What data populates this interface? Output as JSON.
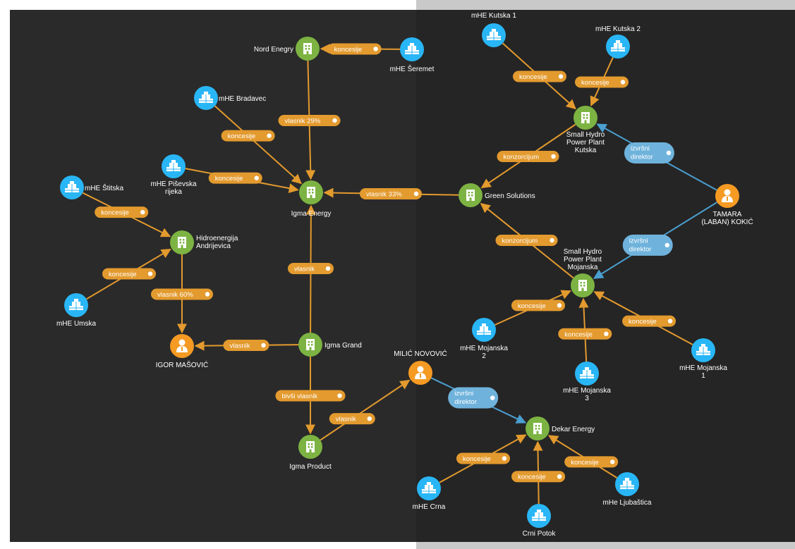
{
  "colors": {
    "company": "#7cb342",
    "plant": "#29b6f6",
    "person": "#f59a23",
    "ownership_edge": "#e39a2e",
    "director_edge": "#4a9fd0",
    "director_pill": "#6fb3dc"
  },
  "nodes": [
    {
      "id": "nord",
      "type": "company",
      "label": [
        "Nord Enegry"
      ]
    },
    {
      "id": "seremet",
      "type": "plant",
      "label": [
        "mHE Šeremet"
      ]
    },
    {
      "id": "bradavec",
      "type": "plant",
      "label": [
        "mHE Bradavec"
      ]
    },
    {
      "id": "pisevska",
      "type": "plant",
      "label": [
        "mHE Piševska",
        "rijeka"
      ]
    },
    {
      "id": "stitska",
      "type": "plant",
      "label": [
        "mHE Štitska"
      ]
    },
    {
      "id": "hidro",
      "type": "company",
      "label": [
        "Hidroenergija",
        "Andrijevica"
      ]
    },
    {
      "id": "umska",
      "type": "plant",
      "label": [
        "mHE Umska"
      ]
    },
    {
      "id": "igma_energy",
      "type": "company",
      "label": [
        "Igma Energy"
      ]
    },
    {
      "id": "igma_grand",
      "type": "company",
      "label": [
        "Igma Grand"
      ]
    },
    {
      "id": "igor",
      "type": "person",
      "label": [
        "IGOR MAŠOVIĆ"
      ]
    },
    {
      "id": "igma_product",
      "type": "company",
      "label": [
        "Igma Product"
      ]
    },
    {
      "id": "milic",
      "type": "person",
      "label": [
        "MILIĆ NOVOVIĆ"
      ]
    },
    {
      "id": "green",
      "type": "company",
      "label": [
        "Green Solutions"
      ]
    },
    {
      "id": "kutska1",
      "type": "plant",
      "label": [
        "mHE Kutska 1"
      ]
    },
    {
      "id": "kutska2",
      "type": "plant",
      "label": [
        "mHE Kutska 2"
      ]
    },
    {
      "id": "shpp_kutska",
      "type": "company",
      "label": [
        "Small Hydro",
        "Power Plant",
        "Kutska"
      ]
    },
    {
      "id": "tamara",
      "type": "person",
      "label": [
        "TAMARA",
        "(LABAN) KOKIĆ"
      ]
    },
    {
      "id": "shpp_mojanska",
      "type": "company",
      "label": [
        "Small Hydro",
        "Power Plant",
        "Mojanska"
      ]
    },
    {
      "id": "mojanska2",
      "type": "plant",
      "label": [
        "mHE Mojanska",
        "2"
      ]
    },
    {
      "id": "mojanska3",
      "type": "plant",
      "label": [
        "mHE Mojanska",
        "3"
      ]
    },
    {
      "id": "mojanska1",
      "type": "plant",
      "label": [
        "mHE Mojanska",
        "1"
      ]
    },
    {
      "id": "dekar",
      "type": "company",
      "label": [
        "Dekar Energy"
      ]
    },
    {
      "id": "crna",
      "type": "plant",
      "label": [
        "mHE Crna"
      ]
    },
    {
      "id": "crni_potok",
      "type": "plant",
      "label": [
        "Crni Potok"
      ]
    },
    {
      "id": "ljubastica",
      "type": "plant",
      "label": [
        "mHe Ljubaštica"
      ]
    }
  ],
  "edges": [
    {
      "from": "seremet",
      "to": "nord",
      "label": [
        "koncesije"
      ],
      "kind": "own"
    },
    {
      "from": "nord",
      "to": "igma_energy",
      "label": [
        "vlasnik 29%"
      ],
      "kind": "own"
    },
    {
      "from": "bradavec",
      "to": "igma_energy",
      "label": [
        "koncesije"
      ],
      "kind": "own"
    },
    {
      "from": "pisevska",
      "to": "igma_energy",
      "label": [
        "koncesije"
      ],
      "kind": "own"
    },
    {
      "from": "green",
      "to": "igma_energy",
      "label": [
        "vlasnik 33%"
      ],
      "kind": "own"
    },
    {
      "from": "igma_grand",
      "to": "igma_energy",
      "label": [
        "vlasnik"
      ],
      "kind": "own"
    },
    {
      "from": "stitska",
      "to": "hidro",
      "label": [
        "koncesije"
      ],
      "kind": "own"
    },
    {
      "from": "umska",
      "to": "hidro",
      "label": [
        "koncesije"
      ],
      "kind": "own"
    },
    {
      "from": "hidro",
      "to": "igor",
      "label": [
        "vlasnik 60%"
      ],
      "kind": "own"
    },
    {
      "from": "igma_grand",
      "to": "igor",
      "label": [
        "vlasnik"
      ],
      "kind": "own"
    },
    {
      "from": "igma_grand",
      "to": "igma_product",
      "label": [
        "bivši vlasnik"
      ],
      "kind": "own"
    },
    {
      "from": "igma_product",
      "to": "milic",
      "label": [
        "vlasnik"
      ],
      "kind": "own"
    },
    {
      "from": "milic",
      "to": "dekar",
      "label": [
        "izvršni",
        "direktor"
      ],
      "kind": "dir"
    },
    {
      "from": "kutska1",
      "to": "shpp_kutska",
      "label": [
        "koncesije"
      ],
      "kind": "own"
    },
    {
      "from": "kutska2",
      "to": "shpp_kutska",
      "label": [
        "koncesije"
      ],
      "kind": "own"
    },
    {
      "from": "shpp_kutska",
      "to": "green",
      "label": [
        "konzorcijum"
      ],
      "kind": "own"
    },
    {
      "from": "shpp_mojanska",
      "to": "green",
      "label": [
        "konzorcijum"
      ],
      "kind": "own"
    },
    {
      "from": "tamara",
      "to": "shpp_kutska",
      "label": [
        "izvršni",
        "direktor"
      ],
      "kind": "dir"
    },
    {
      "from": "tamara",
      "to": "shpp_mojanska",
      "label": [
        "izvršni",
        "direktor"
      ],
      "kind": "dir"
    },
    {
      "from": "mojanska2",
      "to": "shpp_mojanska",
      "label": [
        "koncesije"
      ],
      "kind": "own"
    },
    {
      "from": "mojanska3",
      "to": "shpp_mojanska",
      "label": [
        "koncesije"
      ],
      "kind": "own"
    },
    {
      "from": "mojanska1",
      "to": "shpp_mojanska",
      "label": [
        "koncesije"
      ],
      "kind": "own"
    },
    {
      "from": "crna",
      "to": "dekar",
      "label": [
        "koncesije"
      ],
      "kind": "own"
    },
    {
      "from": "crni_potok",
      "to": "dekar",
      "label": [
        "koncesije"
      ],
      "kind": "own"
    },
    {
      "from": "ljubastica",
      "to": "dekar",
      "label": [
        "koncesije"
      ],
      "kind": "own"
    }
  ]
}
